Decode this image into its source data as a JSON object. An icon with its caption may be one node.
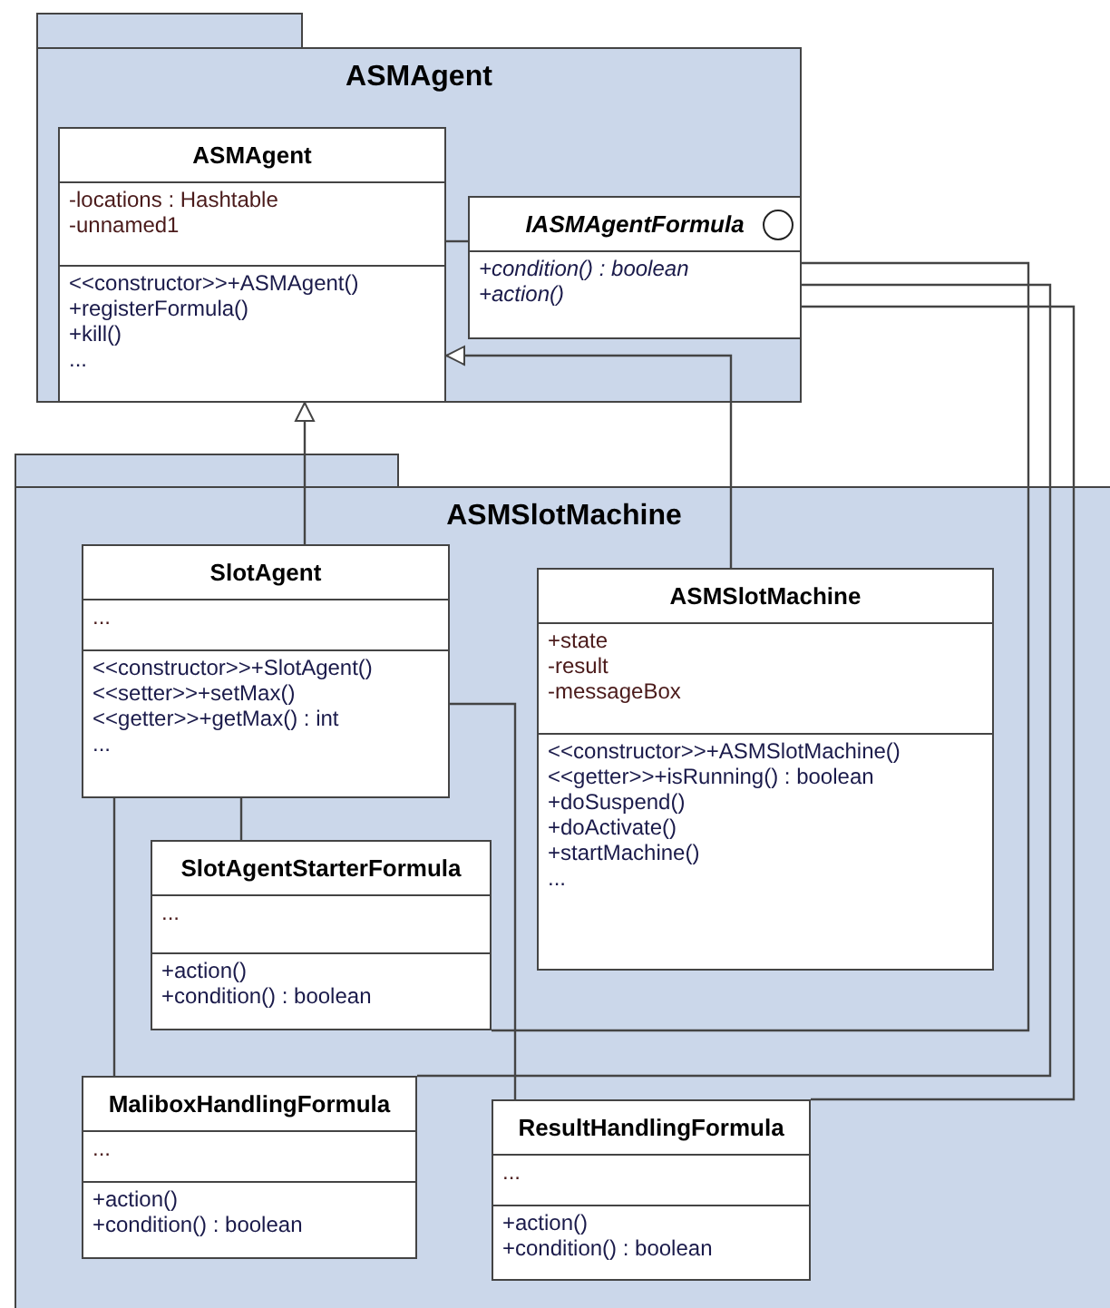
{
  "diagram": {
    "nodes": [
      {
        "text": [
          "ASMAgent"
        ]
      },
      {
        "text": [
          "ASMAgent",
          "-locations : Hashtable",
          "-unnamed1",
          "<<constructor>>+ASMAgent()",
          "+registerFormula()",
          "+kill()",
          "..."
        ],
        "in": 0
      },
      {
        "text": [
          "IASMAgentFormula",
          "+condition() : boolean",
          "+action()"
        ],
        "in": 0
      },
      {
        "text": [
          "ASMSlotMachine"
        ]
      },
      {
        "text": [
          "SlotAgent",
          "...",
          "<<constructor>>+SlotAgent()",
          "<<setter>>+setMax()",
          "<<getter>>+getMax() : int",
          "..."
        ],
        "in": 3
      },
      {
        "text": [
          "ASMSlotMachine",
          "+state",
          "-result",
          "-messageBox",
          "<<constructor>>+ASMSlotMachine()",
          "<<getter>>+isRunning() : boolean",
          "+doSuspend()",
          "+doActivate()",
          "+startMachine()",
          "..."
        ],
        "in": 3
      },
      {
        "text": [
          "SlotAgentStarterFormula",
          "...",
          "+action()",
          "+condition() : boolean"
        ],
        "in": 3
      },
      {
        "text": [
          "MaliboxHandlingFormula",
          "...",
          "+action()",
          "+condition() : boolean"
        ],
        "in": 3
      },
      {
        "text": [
          "ResultHandlingFormula",
          "...",
          "+action()",
          "+condition() : boolean"
        ],
        "in": 3
      }
    ],
    "edges": [
      {
        "from": 4,
        "to": 1,
        "arrow": "to"
      },
      {
        "from": 5,
        "to": 1,
        "arrow": "to"
      },
      {
        "from": 1,
        "to": 2,
        "arrow": "none"
      },
      {
        "from": 2,
        "to": 6,
        "arrow": "none"
      },
      {
        "from": 2,
        "to": 7,
        "arrow": "none"
      },
      {
        "from": 2,
        "to": 8,
        "arrow": "none"
      },
      {
        "from": 4,
        "to": 6,
        "arrow": "none"
      },
      {
        "from": 4,
        "to": 7,
        "arrow": "none"
      },
      {
        "from": 4,
        "to": 8,
        "arrow": "none"
      }
    ]
  }
}
